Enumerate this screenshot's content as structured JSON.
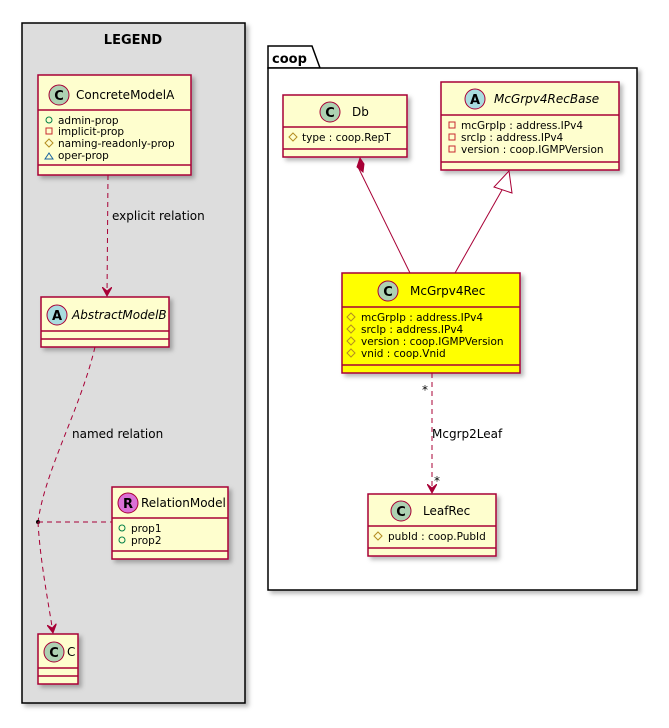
{
  "legend": {
    "title": "LEGEND",
    "concrete": {
      "stereotype_letter": "C",
      "name": "ConcreteModelA",
      "props": [
        {
          "vis": "+",
          "name": "admin-prop"
        },
        {
          "vis": "-",
          "name": "implicit-prop"
        },
        {
          "vis": "#",
          "name": "naming-readonly-prop"
        },
        {
          "vis": "~",
          "name": "oper-prop"
        }
      ]
    },
    "explicit_label": "explicit relation",
    "abstract": {
      "stereotype_letter": "A",
      "name": "AbstractModelB"
    },
    "named_label": "named relation",
    "relation_model": {
      "stereotype_letter": "R",
      "name": "RelationModel",
      "props": [
        {
          "vis": "+",
          "name": "prop1"
        },
        {
          "vis": "+",
          "name": "prop2"
        }
      ]
    },
    "c": {
      "stereotype_letter": "C",
      "name": "C"
    }
  },
  "package": {
    "name": "coop",
    "db": {
      "stereotype_letter": "C",
      "name": "Db",
      "attrs": [
        {
          "vis": "#",
          "text": "type : coop.RepT"
        }
      ]
    },
    "base": {
      "stereotype_letter": "A",
      "name": "McGrpv4RecBase",
      "attrs": [
        {
          "vis": "-",
          "text": "mcGrpIp : address.IPv4"
        },
        {
          "vis": "-",
          "text": "srcIp : address.IPv4"
        },
        {
          "vis": "-",
          "text": "version : coop.IGMPVersion"
        }
      ]
    },
    "rec": {
      "stereotype_letter": "C",
      "name": "McGrpv4Rec",
      "attrs": [
        {
          "vis": "#",
          "text": "mcGrpIp : address.IPv4"
        },
        {
          "vis": "#",
          "text": "srcIp : address.IPv4"
        },
        {
          "vis": "#",
          "text": "version : coop.IGMPVersion"
        },
        {
          "vis": "#",
          "text": "vnid : coop.Vnid"
        }
      ]
    },
    "mcgrp_label": "Mcgrp2Leaf",
    "mult_src": "*",
    "mult_dst": "*",
    "leaf": {
      "stereotype_letter": "C",
      "name": "LeafRec",
      "attrs": [
        {
          "vis": "#",
          "text": "pubId : coop.PubId"
        }
      ]
    }
  },
  "colors": {
    "class_fill": "#fefece",
    "class_border": "#a80036",
    "highlight_fill": "#ffff00",
    "legend_bg": "#dddddd",
    "circle_c": "#add1b2",
    "circle_a": "#a9dcdf",
    "circle_r": "#da70d6",
    "vis_public": "#038048",
    "vis_private": "#c82930",
    "vis_protected": "#b38d22",
    "vis_package": "#1963a0"
  }
}
